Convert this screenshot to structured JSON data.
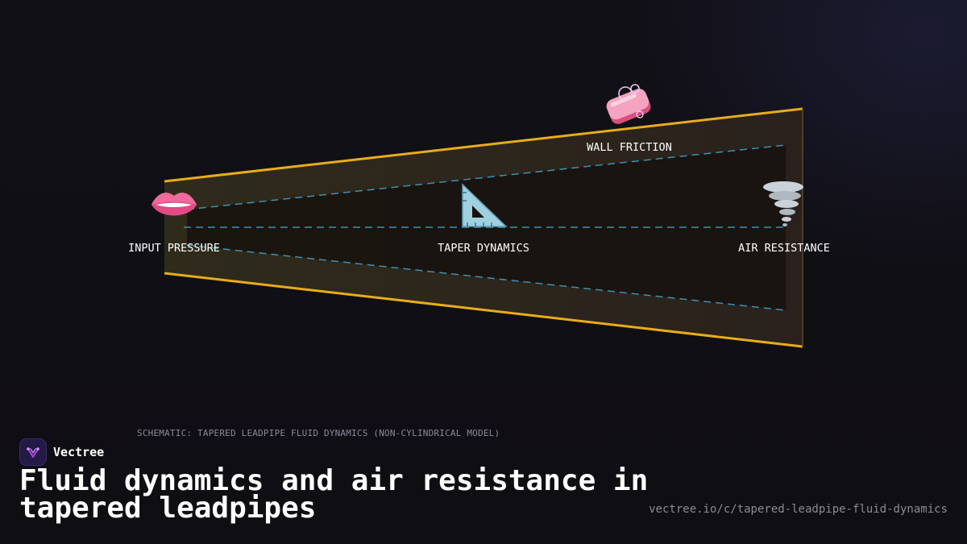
{
  "diagram": {
    "nodes": [
      {
        "id": "input",
        "label": "INPUT PRESSURE",
        "icon": "lips-icon"
      },
      {
        "id": "taper",
        "label": "TAPER DYNAMICS",
        "icon": "triangular-ruler-icon"
      },
      {
        "id": "friction",
        "label": "WALL FRICTION",
        "icon": "soap-icon"
      },
      {
        "id": "air",
        "label": "AIR RESISTANCE",
        "icon": "tornado-icon"
      }
    ],
    "colors": {
      "pipe_edge": "#e8ad1c",
      "pipe_fill": "#2d2719",
      "flow_line": "#3f8fb2"
    }
  },
  "caption": "SCHEMATIC: TAPERED LEADPIPE FLUID DYNAMICS (NON-CYLINDRICAL MODEL)",
  "brand": {
    "name": "Vectree",
    "icon": "vectree-logo-icon"
  },
  "title": "Fluid dynamics and air resistance in tapered leadpipes",
  "url": "vectree.io/c/tapered-leadpipe-fluid-dynamics"
}
